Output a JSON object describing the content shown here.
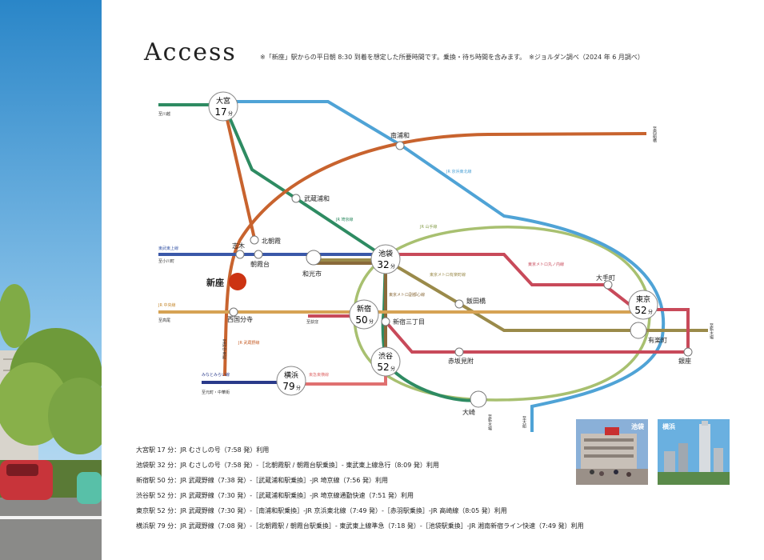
{
  "title": "Access",
  "note": "※「新座」駅からの平日朝 8:30 到着を想定した所要時間です。乗換・待ち時間を含みます。　※ジョルダン調べ（2024 年 6 月調べ）",
  "hub_stations": {
    "omiya": {
      "name": "大宮",
      "time": "17",
      "unit": "分"
    },
    "ikebukuro": {
      "name": "池袋",
      "time": "32",
      "unit": "分"
    },
    "shinjuku": {
      "name": "新宿",
      "time": "50",
      "unit": "分"
    },
    "shibuya": {
      "name": "渋谷",
      "time": "52",
      "unit": "分"
    },
    "tokyo": {
      "name": "東京",
      "time": "52",
      "unit": "分"
    },
    "yokohama": {
      "name": "横浜",
      "time": "79",
      "unit": "分"
    }
  },
  "origin_station": "新座",
  "stations": {
    "minami_urawa": "南浦和",
    "musashi_urawa": "武蔵浦和",
    "shiki": "志木",
    "kita_asaka": "北朝霞",
    "asakadai": "朝霞台",
    "wakoshi": "和光市",
    "nishi_kokubunji": "西国分寺",
    "iidabashi": "飯田橋",
    "shinjuku_sanchome": "新宿三丁目",
    "otemachi": "大手町",
    "yurakucho": "有楽町",
    "akasaka_mitsuke": "赤坂見附",
    "ginza": "銀座",
    "osaki": "大崎"
  },
  "line_labels": {
    "tobu_tojo": "東武東上線",
    "jr_keihin_tohoku": "JR 京浜東北線",
    "jr_saikyo": "JR 埼京線",
    "jr_yamanote": "JR 山手線",
    "jr_chuo": "JR 中央線",
    "jr_musashino": "JR 武蔵野線",
    "metro_yurakucho": "東京メトロ有楽町線",
    "metro_fukutoshin": "東京メトロ副都心線",
    "metro_marunouchi": "東京メトロ丸ノ内線",
    "minatomirai": "みなとみらい線",
    "tokyu_toyoko": "東急東横線"
  },
  "direction_labels": {
    "kawagoe": "至川越",
    "ogawamachi": "至小川町",
    "takao": "至高尾",
    "fuchu_hommachi": "至府中本町",
    "motomachi": "至元町・中華街",
    "nishi_funabashi": "至西船橋",
    "shin_kiba": "至新木場",
    "shin_kiba_2": "至新木場",
    "ofuna": "至大船",
    "ogikubo": "至荻窪"
  },
  "photos": [
    {
      "label": "池袋"
    },
    {
      "label": "横浜"
    }
  ],
  "routes": [
    "大宮駅 17 分：JR むさしの号（7:58 発）利用",
    "池袋駅 32 分：JR むさしの号（7:58 発）-［北朝霞駅 / 朝霞台駅乗換］- 東武東上線急行（8:09 発）利用",
    "新宿駅 50 分：JR 武蔵野線（7:38 発）-［武蔵浦和駅乗換］-JR 埼京線（7:56 発）利用",
    "渋谷駅 52 分：JR 武蔵野線（7:30 発）-［武蔵浦和駅乗換］-JR 埼京線通勤快速（7:51 発）利用",
    "東京駅 52 分：JR 武蔵野線（7:30 発）-［南浦和駅乗換］-JR 京浜東北線（7:49 発）-［赤羽駅乗換］-JR 高崎線（8:05 発）利用",
    "横浜駅 79 分：JR 武蔵野線（7:08 発）-［北朝霞駅 / 朝霞台駅乗換］- 東武東上線準急（7:18 発）-［池袋駅乗換］-JR 湘南新宿ライン快速（7:49 発）利用"
  ],
  "colors": {
    "keihin_tohoku": "#4fa3d6",
    "musashino": "#c8632e",
    "saikyo": "#2e8b62",
    "yamanote": "#a8c070",
    "chuo": "#d6a355",
    "tobu_tojo": "#3a58a8",
    "yurakucho": "#9a8a4a",
    "marunouchi": "#c84a5a",
    "fukutoshin": "#8a6a3a",
    "minatomirai": "#2a3a8a",
    "toyoko": "#e07070",
    "origin": "#cc3312"
  }
}
